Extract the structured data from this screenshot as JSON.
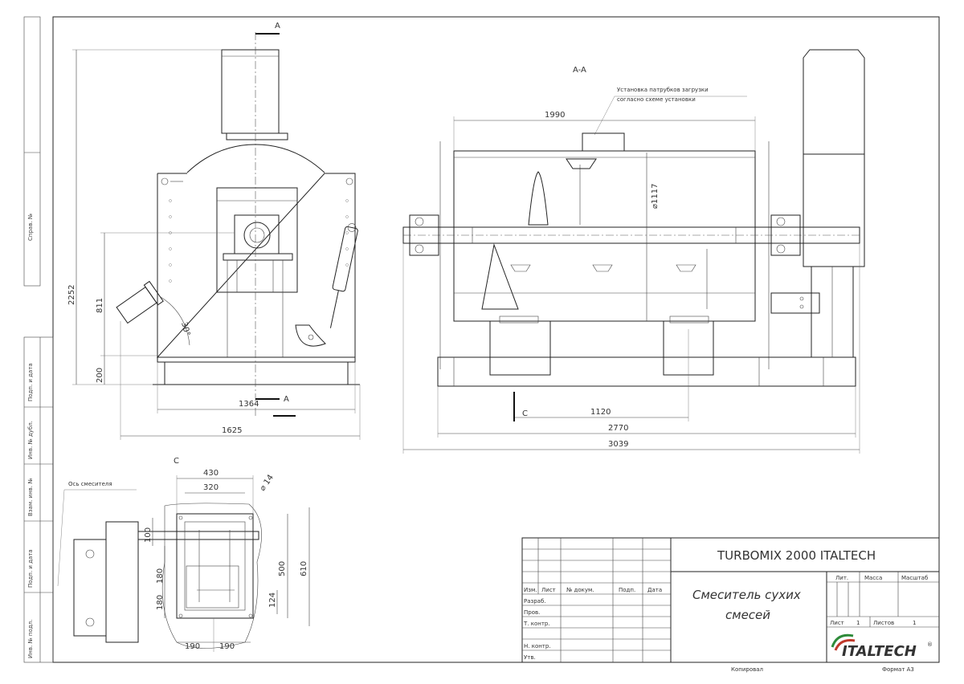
{
  "drawing": {
    "section_label": "A-A",
    "section_marker": "A",
    "detail_label": "C",
    "detail_marker": "C",
    "note_line1": "Установка патрубков загрузки",
    "note_line2": "согласно схеме установки",
    "axis_label": "Ось смесителя",
    "dims_front": {
      "total_height": "2252",
      "mid_height": "811",
      "base_height": "200",
      "base_width": "1364",
      "overall_width": "1625",
      "angle": "30°"
    },
    "dims_section": {
      "body_length": "1990",
      "diameter": "⌀1117",
      "support_spacing": "1120",
      "frame_length": "2770",
      "overall_length": "3039"
    },
    "dims_detail": {
      "outer_width": "430",
      "inner_width": "320",
      "hole": "⌀ 14",
      "h_top": "100",
      "h_mid": "180",
      "h_low": "180",
      "h_inner": "500",
      "h_outer": "610",
      "h_small": "124",
      "w_left": "190",
      "w_right": "190"
    }
  },
  "side_labels": [
    "Справ. №",
    "Подп. и дата",
    "Инв. № дубл.",
    "Взам. инв. №",
    "Подп. и дата",
    "Инв. № подл."
  ],
  "title_block": {
    "product": "TURBOMIX 2000 ITALTECH",
    "name_line1": "Смеситель сухих",
    "name_line2": "смесей",
    "col_lit": "Лит.",
    "col_mass": "Масса",
    "col_scale": "Масштаб",
    "sheet_label": "Лист",
    "sheet_value": "1",
    "sheets_label": "Листов",
    "sheets_value": "1",
    "rev_izm": "Изм.",
    "rev_list": "Лист",
    "rev_doc": "№ докум.",
    "rev_sign": "Подп.",
    "rev_date": "Дата",
    "role_razrab": "Разраб.",
    "role_prov": "Пров.",
    "role_tkontr": "Т. контр.",
    "role_nkontr": "Н. контр.",
    "role_utv": "Утв.",
    "copied": "Копировал",
    "format": "Формат A3",
    "logo_text": "ITALTECH",
    "logo_mark": "®"
  }
}
